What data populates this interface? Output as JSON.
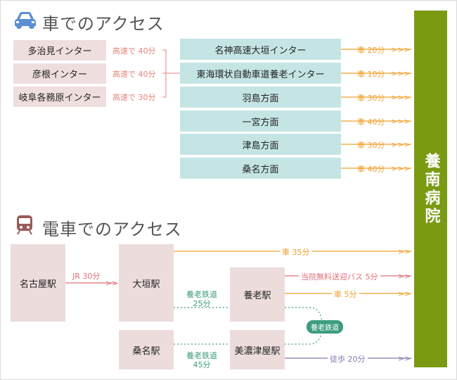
{
  "car": {
    "title": "車でのアクセス",
    "origins": [
      {
        "name": "多治見インター",
        "speed": "高速で 40分"
      },
      {
        "name": "彦根インター",
        "speed": "高速で 40分"
      },
      {
        "name": "岐阜各務原インター",
        "speed": "高速で 30分"
      }
    ],
    "routes": [
      {
        "name": "名神高速大垣インター",
        "time": "車 20分"
      },
      {
        "name": "東海環状自動車道養老インター",
        "time": "車 10分"
      },
      {
        "name": "羽島方面",
        "time": "車 30分"
      },
      {
        "name": "一宮方面",
        "time": "車 40分"
      },
      {
        "name": "津島方面",
        "time": "車 30分"
      },
      {
        "name": "桑名方面",
        "time": "車 40分"
      }
    ]
  },
  "train": {
    "title": "電車でのアクセス",
    "stations": {
      "nagoya": "名古屋駅",
      "ogaki": "大垣駅",
      "yoro": "養老駅",
      "kuwana": "桑名駅",
      "minonotsuya": "美濃津屋駅"
    },
    "links": {
      "jr": "JR 30分",
      "ogaki_car": "車 35分",
      "yoro_tetsudo_line1": "養老鉄道",
      "yoro_tetsudo_time1": "25分",
      "shuttle_bus": "当院無料送迎バス 5分",
      "yoro_car": "車 5分",
      "yoro_tetsudo_badge": "養老鉄道",
      "yoro_tetsudo_line2": "養老鉄道",
      "yoro_tetsudo_time2": "45分",
      "walk": "徒歩 20分"
    }
  },
  "hospital": "養南病院",
  "colors": {
    "orange": "#f0a02a",
    "green": "#3e9d80",
    "pink_arrow": "#e0707a",
    "purple": "#8a78b0",
    "hospital": "#7a9a12",
    "teal_box": "#c5e5e5",
    "pink_box": "#efdede"
  },
  "icons": [
    "car-icon",
    "train-icon"
  ]
}
